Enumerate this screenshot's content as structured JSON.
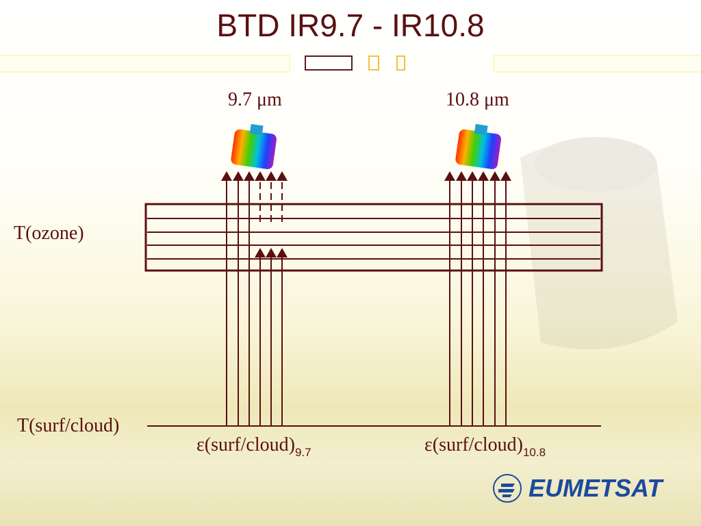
{
  "slide": {
    "title": "BTD IR9.7 - IR10.8"
  },
  "labels": {
    "channel_97": "9.7 μm",
    "channel_108": "10.8 μm",
    "ozone": "T(ozone)",
    "surface": "T(surf/cloud)",
    "emis_base": "ε(surf/cloud)",
    "emis_97_sub": "9.7",
    "emis_108_sub": "10.8"
  },
  "logo": {
    "text": "EUMETSAT"
  },
  "colors": {
    "line": "#5a1010",
    "logo": "#1c4aa0"
  }
}
